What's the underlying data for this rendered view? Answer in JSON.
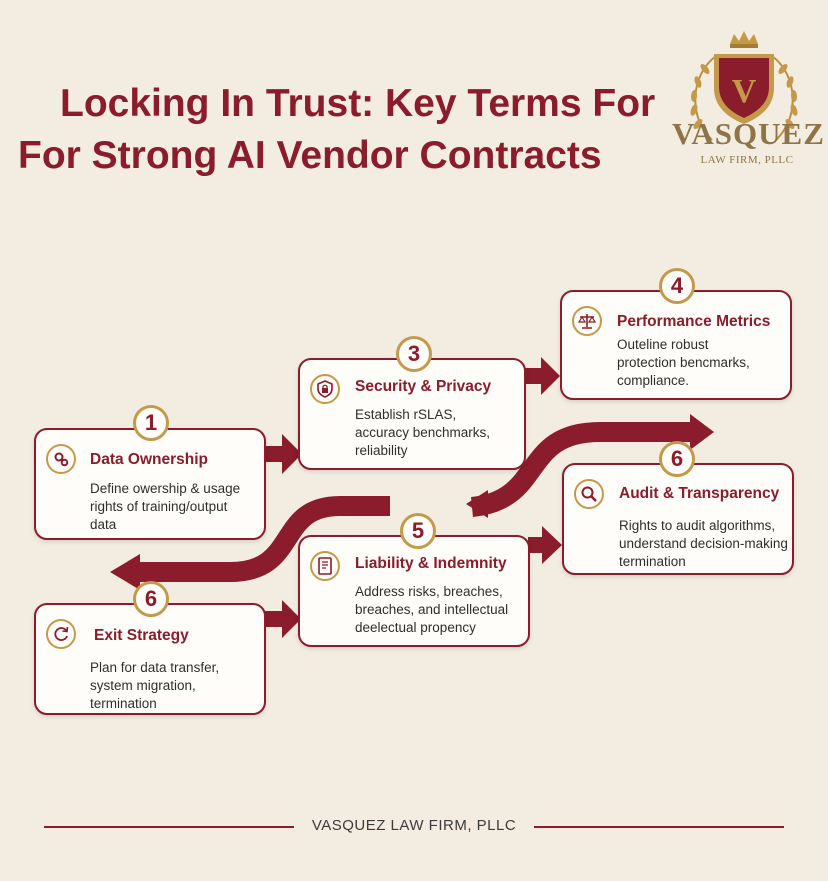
{
  "title": {
    "line1": "Locking In Trust: Key Terms For",
    "line2": "For Strong AI Vendor Contracts"
  },
  "logo": {
    "name": "VASQUEZ",
    "subtitle": "LAW FIRM, PLLC",
    "monogram": "V"
  },
  "steps": [
    {
      "number": "1",
      "title": "Data Ownership",
      "icon": "gears-icon",
      "lines": [
        "Define owership & usage",
        "rights of training/output",
        "data"
      ]
    },
    {
      "number": "3",
      "title": "Security & Privacy",
      "icon": "lock-shield-icon",
      "lines": [
        "Establish rSLAS,",
        "accuracy benchmarks,",
        "reliability"
      ]
    },
    {
      "number": "4",
      "title": "Performance Metrics",
      "icon": "scales-icon",
      "lines": [
        "Outeline robust",
        "protection bencmarks,",
        "compliance."
      ]
    },
    {
      "number": "6",
      "title": "Audit & Transparency",
      "icon": "magnifier-icon",
      "lines": [
        "Rights to audit algorithms,",
        "understand decision-making",
        "termination"
      ]
    },
    {
      "number": "5",
      "title": "Liability & Indemnity",
      "icon": "document-icon",
      "lines": [
        "Address risks, breaches,",
        "breaches, and intellectual",
        "deelectual propency"
      ]
    },
    {
      "number": "6",
      "title": "Exit Strategy",
      "icon": "refresh-icon",
      "lines": [
        "Plan for data transfer,",
        "system migration,",
        "termination"
      ]
    }
  ],
  "footer": "VASQUEZ LAW FIRM, PLLC",
  "colors": {
    "background": "#f3ede1",
    "maroon": "#8a1c2b",
    "gold": "#c49a4a",
    "card": "#fffdf9"
  }
}
